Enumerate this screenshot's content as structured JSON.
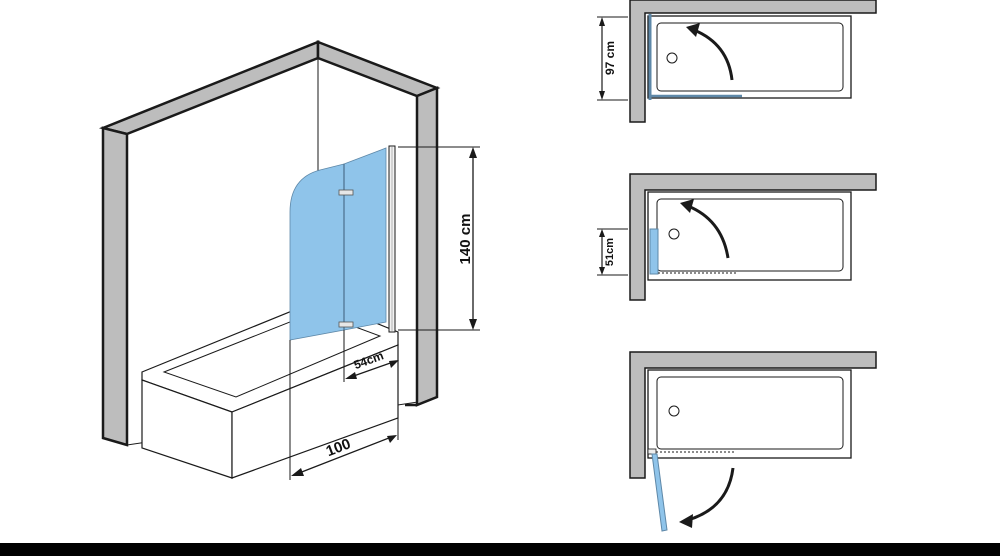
{
  "iso": {
    "height_label": "140 cm",
    "panel_width_label": "54cm",
    "tub_width_label": "100"
  },
  "plans": {
    "open_clearance_label": "97 cm",
    "folded_clearance_label": "51cm"
  },
  "colors": {
    "glass": "#8fc4ea",
    "wall": "#bdbdbd",
    "outline": "#1a1a1a"
  }
}
